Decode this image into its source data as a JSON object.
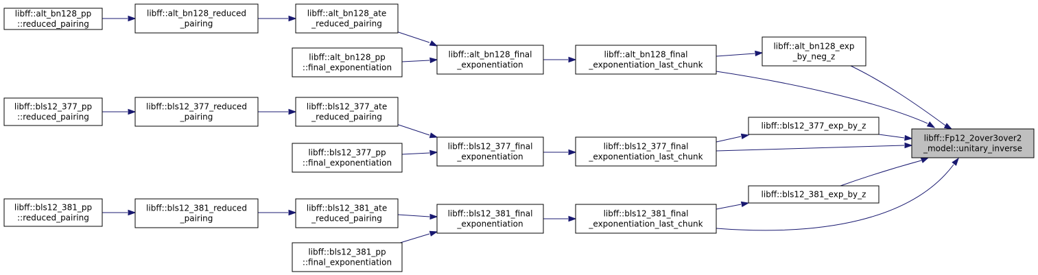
{
  "graph": {
    "nodes": [
      {
        "id": "focus",
        "lines": [
          "libff::Fp12_2over3over2",
          "_model::unitary_inverse"
        ],
        "focus": true
      },
      {
        "id": "altExp",
        "lines": [
          "libff::alt_bn128_exp",
          "_by_neg_z"
        ]
      },
      {
        "id": "altLast",
        "lines": [
          "libff::alt_bn128_final",
          "_exponentiation_last_chunk"
        ]
      },
      {
        "id": "altFinal",
        "lines": [
          "libff::alt_bn128_final",
          "_exponentiation"
        ]
      },
      {
        "id": "altAte",
        "lines": [
          "libff::alt_bn128_ate",
          "_reduced_pairing"
        ]
      },
      {
        "id": "altPPFinal",
        "lines": [
          "libff::alt_bn128_pp",
          "::final_exponentiation"
        ]
      },
      {
        "id": "altRed",
        "lines": [
          "libff::alt_bn128_reduced",
          "_pairing"
        ]
      },
      {
        "id": "altPPRed",
        "lines": [
          "libff::alt_bn128_pp",
          "::reduced_pairing"
        ]
      },
      {
        "id": "b377Exp",
        "lines": [
          "libff::bls12_377_exp_by_z"
        ]
      },
      {
        "id": "b377Last",
        "lines": [
          "libff::bls12_377_final",
          "_exponentiation_last_chunk"
        ]
      },
      {
        "id": "b377Final",
        "lines": [
          "libff::bls12_377_final",
          "_exponentiation"
        ]
      },
      {
        "id": "b377Ate",
        "lines": [
          "libff::bls12_377_ate",
          "_reduced_pairing"
        ]
      },
      {
        "id": "b377PPFinal",
        "lines": [
          "libff::bls12_377_pp",
          "::final_exponentiation"
        ]
      },
      {
        "id": "b377Red",
        "lines": [
          "libff::bls12_377_reduced",
          "_pairing"
        ]
      },
      {
        "id": "b377PPRed",
        "lines": [
          "libff::bls12_377_pp",
          "::reduced_pairing"
        ]
      },
      {
        "id": "b381Exp",
        "lines": [
          "libff::bls12_381_exp_by_z"
        ]
      },
      {
        "id": "b381Last",
        "lines": [
          "libff::bls12_381_final",
          "_exponentiation_last_chunk"
        ]
      },
      {
        "id": "b381Final",
        "lines": [
          "libff::bls12_381_final",
          "_exponentiation"
        ]
      },
      {
        "id": "b381Ate",
        "lines": [
          "libff::bls12_381_ate",
          "_reduced_pairing"
        ]
      },
      {
        "id": "b381PPFinal",
        "lines": [
          "libff::bls12_381_pp",
          "::final_exponentiation"
        ]
      },
      {
        "id": "b381Red",
        "lines": [
          "libff::bls12_381_reduced",
          "_pairing"
        ]
      },
      {
        "id": "b381PPRed",
        "lines": [
          "libff::bls12_381_pp",
          "::reduced_pairing"
        ]
      }
    ],
    "edges": [
      {
        "from": "altExp",
        "to": "focus"
      },
      {
        "from": "altLast",
        "to": "focus"
      },
      {
        "from": "altLast",
        "to": "altExp"
      },
      {
        "from": "altFinal",
        "to": "altLast"
      },
      {
        "from": "altAte",
        "to": "altFinal"
      },
      {
        "from": "altPPFinal",
        "to": "altFinal"
      },
      {
        "from": "altRed",
        "to": "altAte"
      },
      {
        "from": "altPPRed",
        "to": "altRed"
      },
      {
        "from": "b377Exp",
        "to": "focus"
      },
      {
        "from": "b377Last",
        "to": "focus"
      },
      {
        "from": "b377Last",
        "to": "b377Exp"
      },
      {
        "from": "b377Final",
        "to": "b377Last"
      },
      {
        "from": "b377Ate",
        "to": "b377Final"
      },
      {
        "from": "b377PPFinal",
        "to": "b377Final"
      },
      {
        "from": "b377Red",
        "to": "b377Ate"
      },
      {
        "from": "b377PPRed",
        "to": "b377Red"
      },
      {
        "from": "b381Exp",
        "to": "focus"
      },
      {
        "from": "b381Last",
        "to": "focus"
      },
      {
        "from": "b381Last",
        "to": "b381Exp"
      },
      {
        "from": "b381Final",
        "to": "b381Last"
      },
      {
        "from": "b381Ate",
        "to": "b381Final"
      },
      {
        "from": "b381PPFinal",
        "to": "b381Final"
      },
      {
        "from": "b381Red",
        "to": "b381Ate"
      },
      {
        "from": "b381PPRed",
        "to": "b381Red"
      }
    ]
  }
}
